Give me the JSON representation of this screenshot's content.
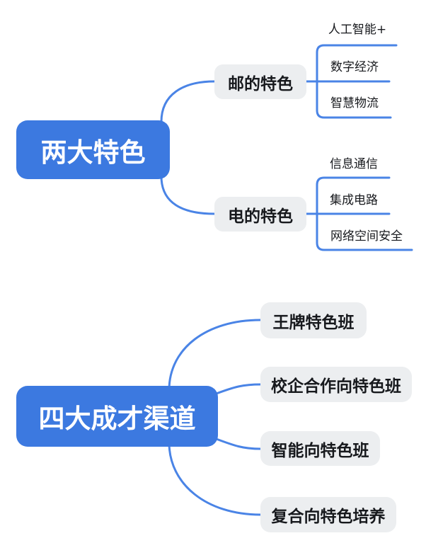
{
  "colors": {
    "node_blue": "#3C79E0",
    "line_blue": "#4A84E6",
    "node_gray": "#ECEEF0",
    "text_dark": "#17191D",
    "root_text": "#FFFFFF",
    "background": "#FFFFFF"
  },
  "map": {
    "section1": {
      "root": "两大特色",
      "branch_mail": {
        "label": "邮的特色",
        "children": [
          "人工智能+",
          "数字经济",
          "智慧物流"
        ]
      },
      "branch_elec": {
        "label": "电的特色",
        "children": [
          "信息通信",
          "集成电路",
          "网络空间安全"
        ]
      }
    },
    "section2": {
      "root": "四大成才渠道",
      "children": [
        "王牌特色班",
        "校企合作向特色班",
        "智能向特色班",
        "复合向特色培养"
      ]
    }
  }
}
